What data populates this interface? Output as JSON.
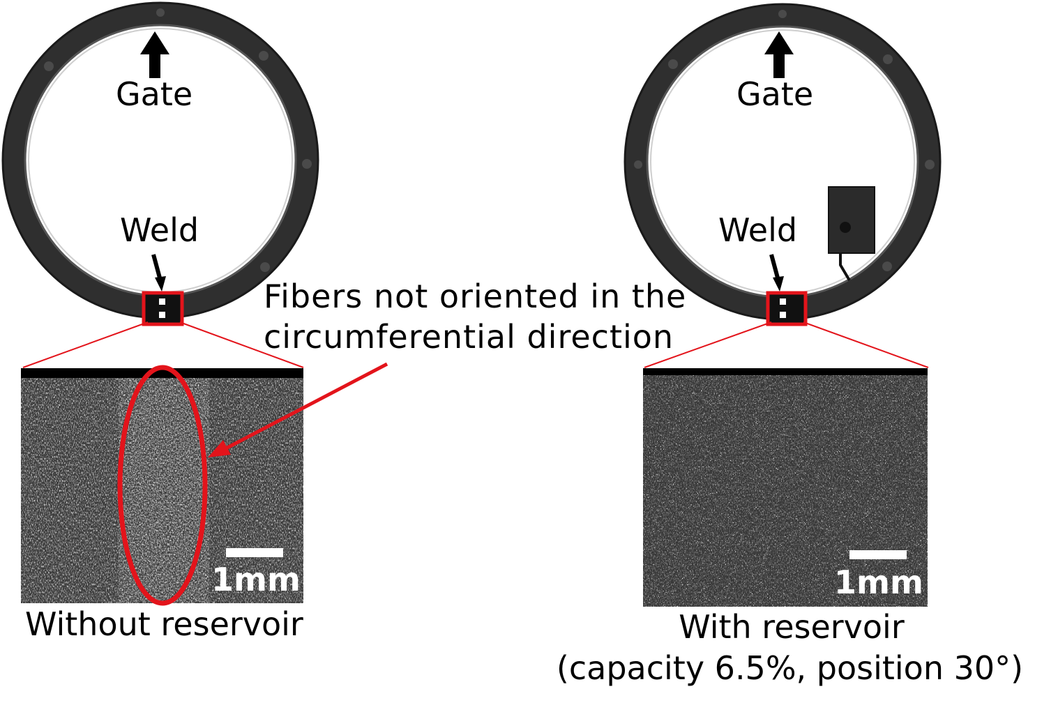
{
  "panels": [
    {
      "gate_label": "Gate",
      "weld_label": "Weld",
      "scale_label": "1mm",
      "caption": "Without reservoir"
    },
    {
      "gate_label": "Gate",
      "weld_label": "Weld",
      "scale_label": "1mm",
      "caption_line1": "With reservoir",
      "caption_line2": "(capacity 6.5%,  position 30°)"
    }
  ],
  "annotation": {
    "line1": "Fibers not oriented in the",
    "line2": "circumferential direction"
  },
  "colors": {
    "highlight": "#e3141b",
    "ring": "#2f2f2f",
    "micrograph_bg": "#3a3a3a"
  }
}
